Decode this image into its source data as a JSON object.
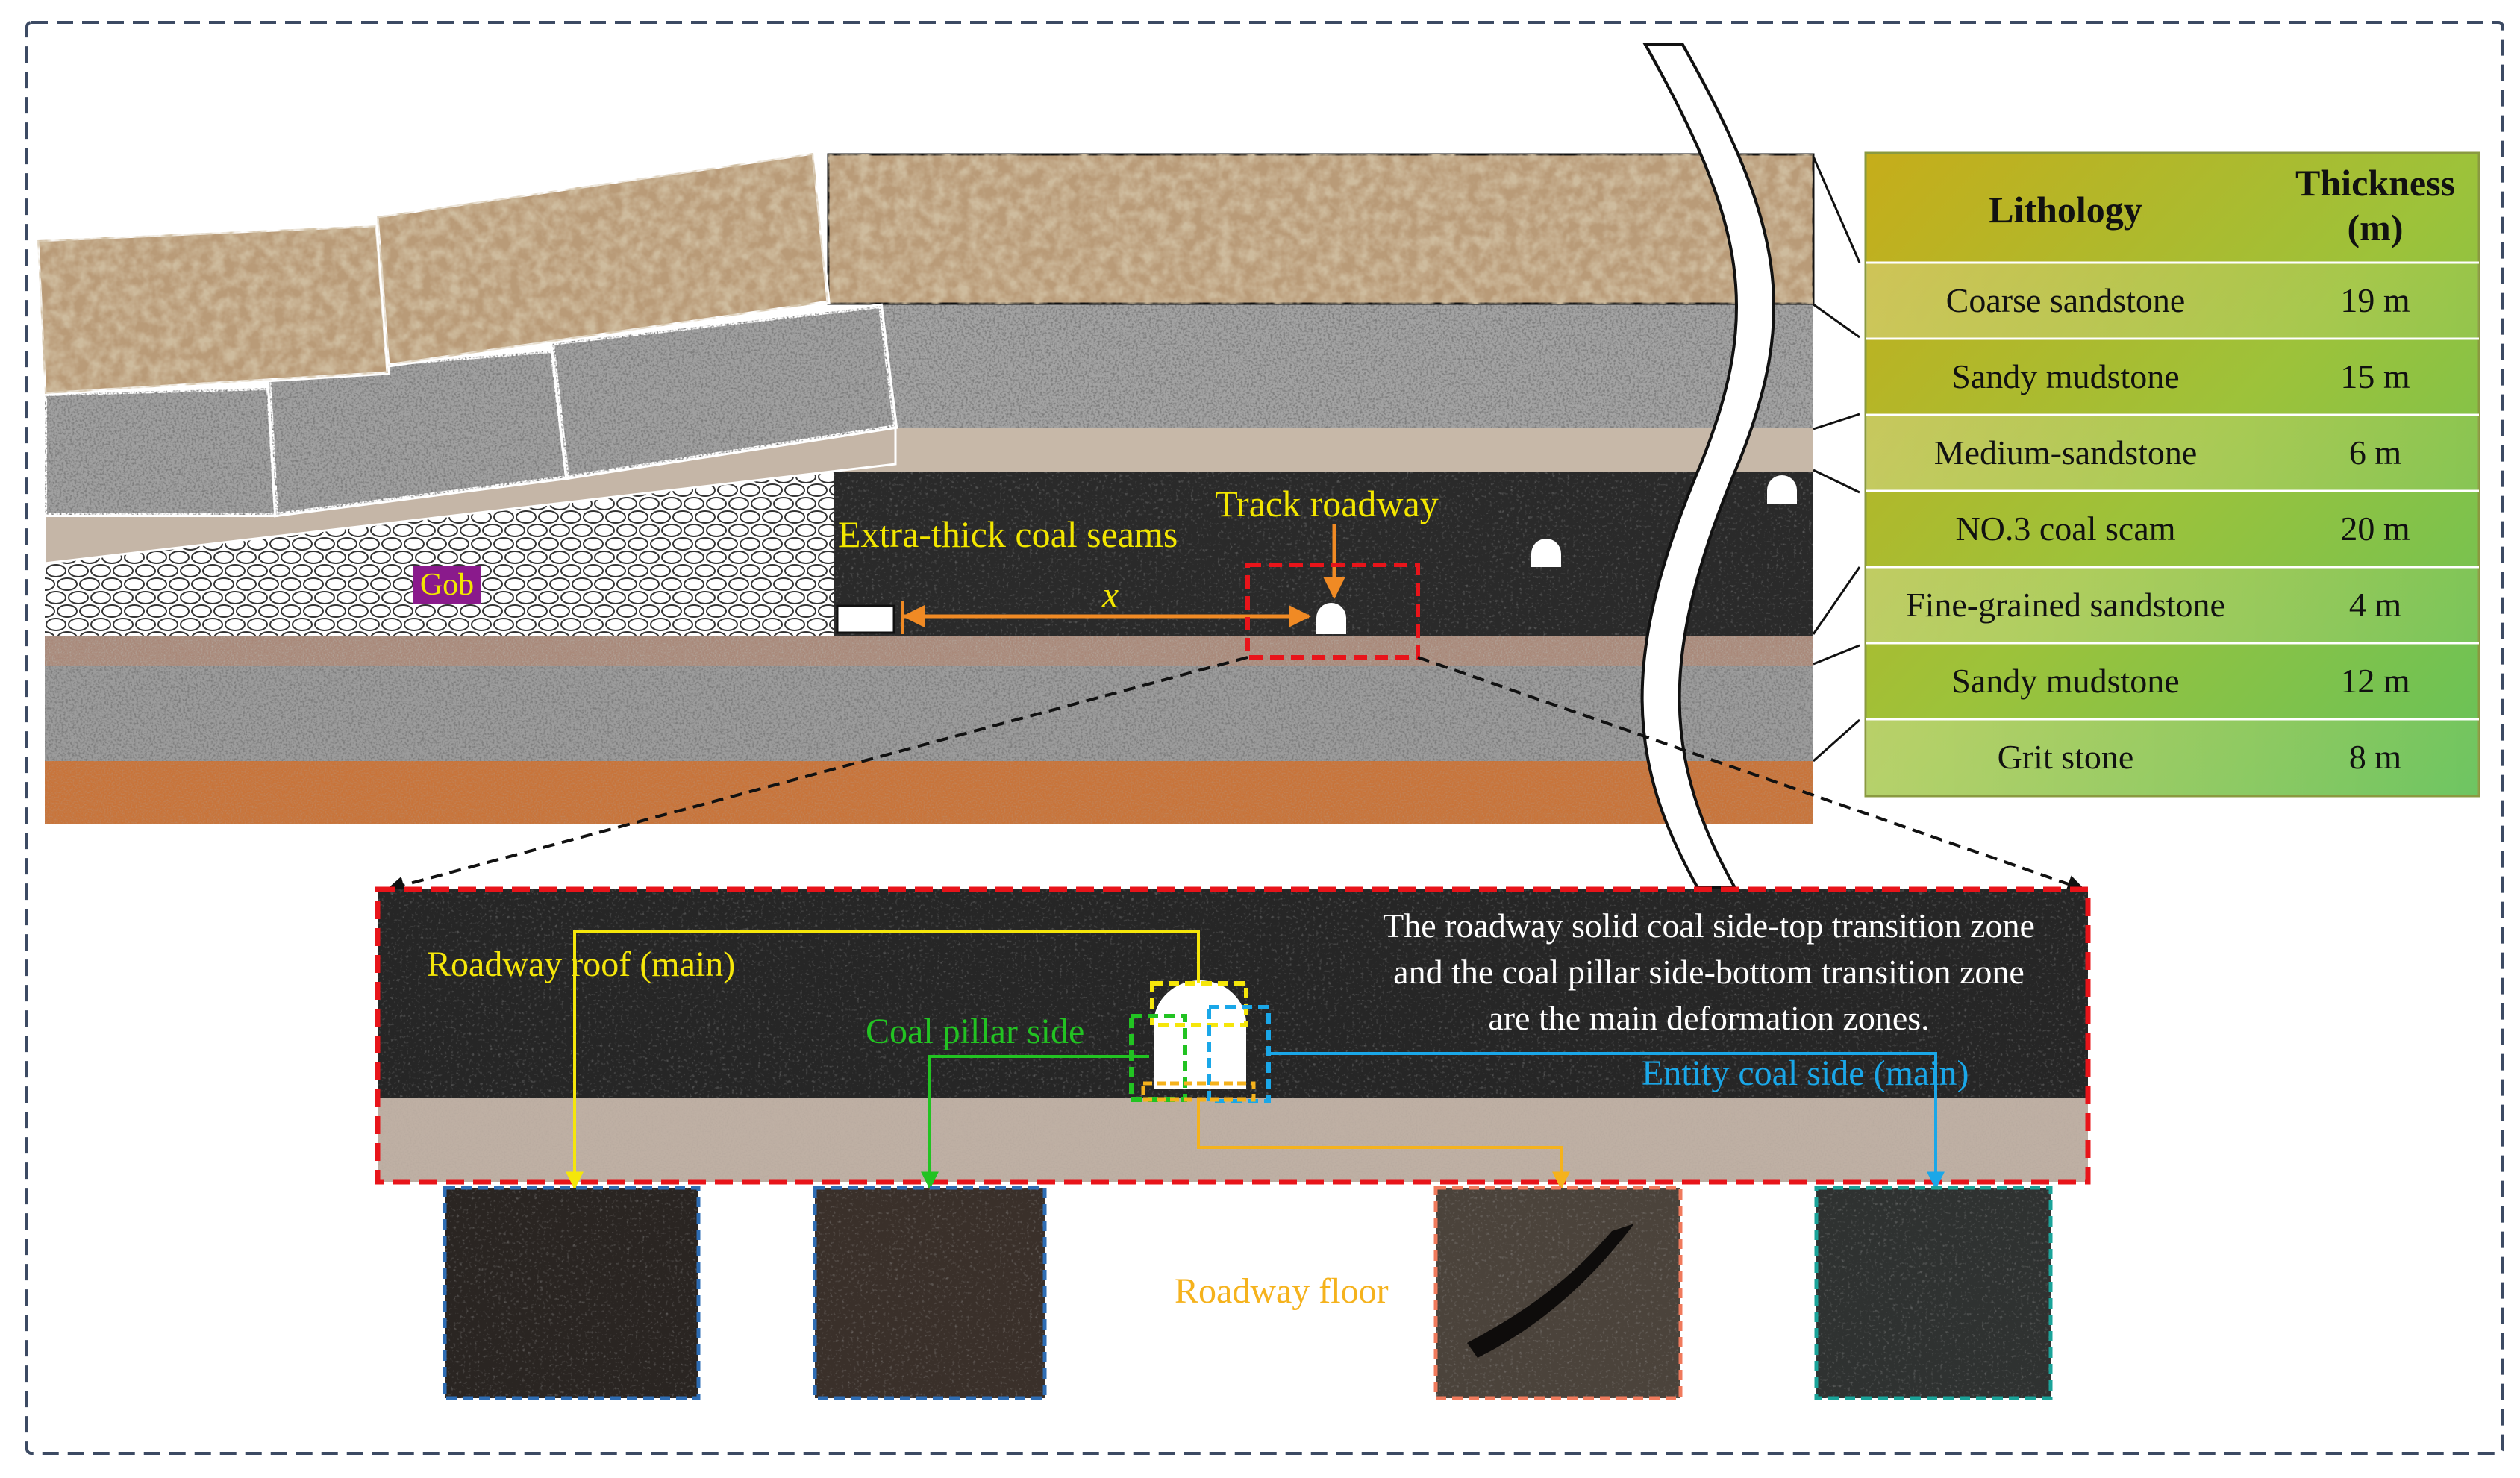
{
  "labels": {
    "gob": "Gob",
    "extra_thick_coal": "Extra-thick coal seams",
    "track_roadway": "Track roadway",
    "x_symbol": "x",
    "roadway_roof": "Roadway roof (main)",
    "coal_pillar_side": "Coal pillar side",
    "entity_coal_side": "Entity coal side (main)",
    "roadway_floor": "Roadway floor",
    "note_lines": [
      "The roadway solid coal side-top transition zone",
      "and the coal pillar side-bottom transition zone",
      "are the main deformation zones."
    ]
  },
  "table": {
    "headers": {
      "lithology": "Lithology",
      "thickness_line1": "Thickness",
      "thickness_line2": "(m)"
    },
    "rows": [
      {
        "lithology": "Coarse sandstone",
        "thickness": "19 m"
      },
      {
        "lithology": "Sandy mudstone",
        "thickness": "15 m"
      },
      {
        "lithology": "Medium-sandstone",
        "thickness": "6 m"
      },
      {
        "lithology": "NO.3 coal scam",
        "thickness": "20 m"
      },
      {
        "lithology": "Fine-grained sandstone",
        "thickness": "4 m"
      },
      {
        "lithology": "Sandy mudstone",
        "thickness": "12 m"
      },
      {
        "lithology": "Grit stone",
        "thickness": "8 m"
      }
    ]
  },
  "colors": {
    "label_yellow": "#f2e600",
    "roof_yellow": "#f5e60a",
    "pillar_green": "#22c322",
    "entity_blue": "#1aa7e8",
    "floor_orange": "#f5b21c",
    "x_orange": "#f08a24",
    "zoom_red": "#e8141a",
    "gob_purple": "#8a1a8c",
    "coal_dark": "#2a2a2a",
    "frame_navy": "#3c4a63"
  },
  "photos": [
    {
      "id": "roof",
      "frame": "#2e6db4"
    },
    {
      "id": "pillar",
      "frame": "#2e6db4"
    },
    {
      "id": "floor",
      "frame": "#f07a5c"
    },
    {
      "id": "entity",
      "frame": "#1aa399"
    }
  ]
}
